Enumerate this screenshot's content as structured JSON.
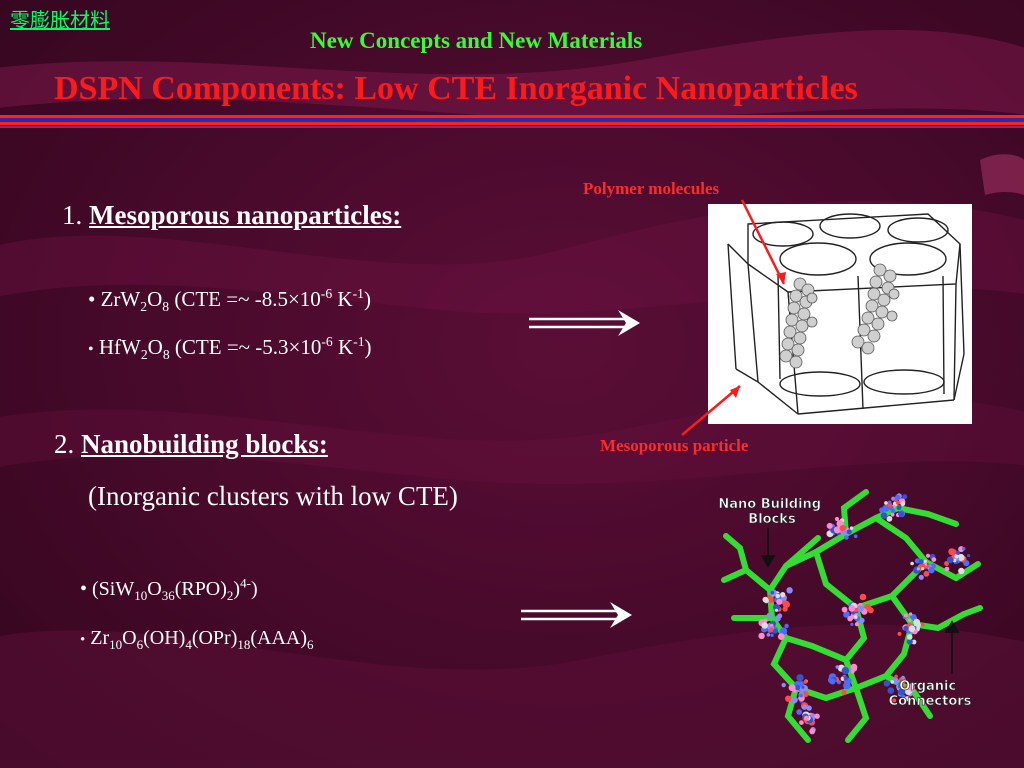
{
  "header": {
    "link_text": "零膨胀材料",
    "subtitle": "New Concepts and New Materials",
    "title": "DSPN Components: Low CTE Inorganic Nanoparticles"
  },
  "section1": {
    "number": "1.",
    "heading": "Mesoporous nanoparticles:",
    "bullets": [
      {
        "formula": [
          "ZrW",
          "2",
          "O",
          "8"
        ],
        "cte_prefix": " (CTE =~ -8.5×10",
        "exp": "-6",
        "unit": " K",
        "unit_exp": "-1",
        "close": ")"
      },
      {
        "formula": [
          "HfW",
          "2",
          "O",
          "8"
        ],
        "cte_prefix": " (CTE =~ -5.3×10",
        "exp": "-6",
        "unit": " K",
        "unit_exp": "-1",
        "close": ")"
      }
    ]
  },
  "figure1": {
    "label_top": "Polymer molecules",
    "label_bottom": "Mesoporous particle"
  },
  "section2": {
    "number": "2.",
    "heading": "Nanobuilding blocks:",
    "subheading": "(Inorganic clusters with low CTE)",
    "bullet1": {
      "a": "(SiW",
      "b": "10",
      "c": "O",
      "d": "36",
      "e": "(RPO)",
      "f": "2",
      "g": ")",
      "h": "4-",
      "i": ")"
    },
    "bullet2": {
      "a": "Zr",
      "b": "10",
      "c": "O",
      "d": "6",
      "e": "(OH)",
      "f": "4",
      "g": "(OPr)",
      "h": "18",
      "i": "(AAA)",
      "j": "6"
    }
  },
  "figure2": {
    "label_blocks": "Nano Building Blocks",
    "label_connectors": "Organic Connectors"
  },
  "colors": {
    "background": "#4a0a2c",
    "title_red": "#ff1a1a",
    "subtitle_green": "#33ff33",
    "link_green": "#00ff66",
    "caption_red": "#ff2a2a",
    "connector_green": "#33dd33"
  }
}
